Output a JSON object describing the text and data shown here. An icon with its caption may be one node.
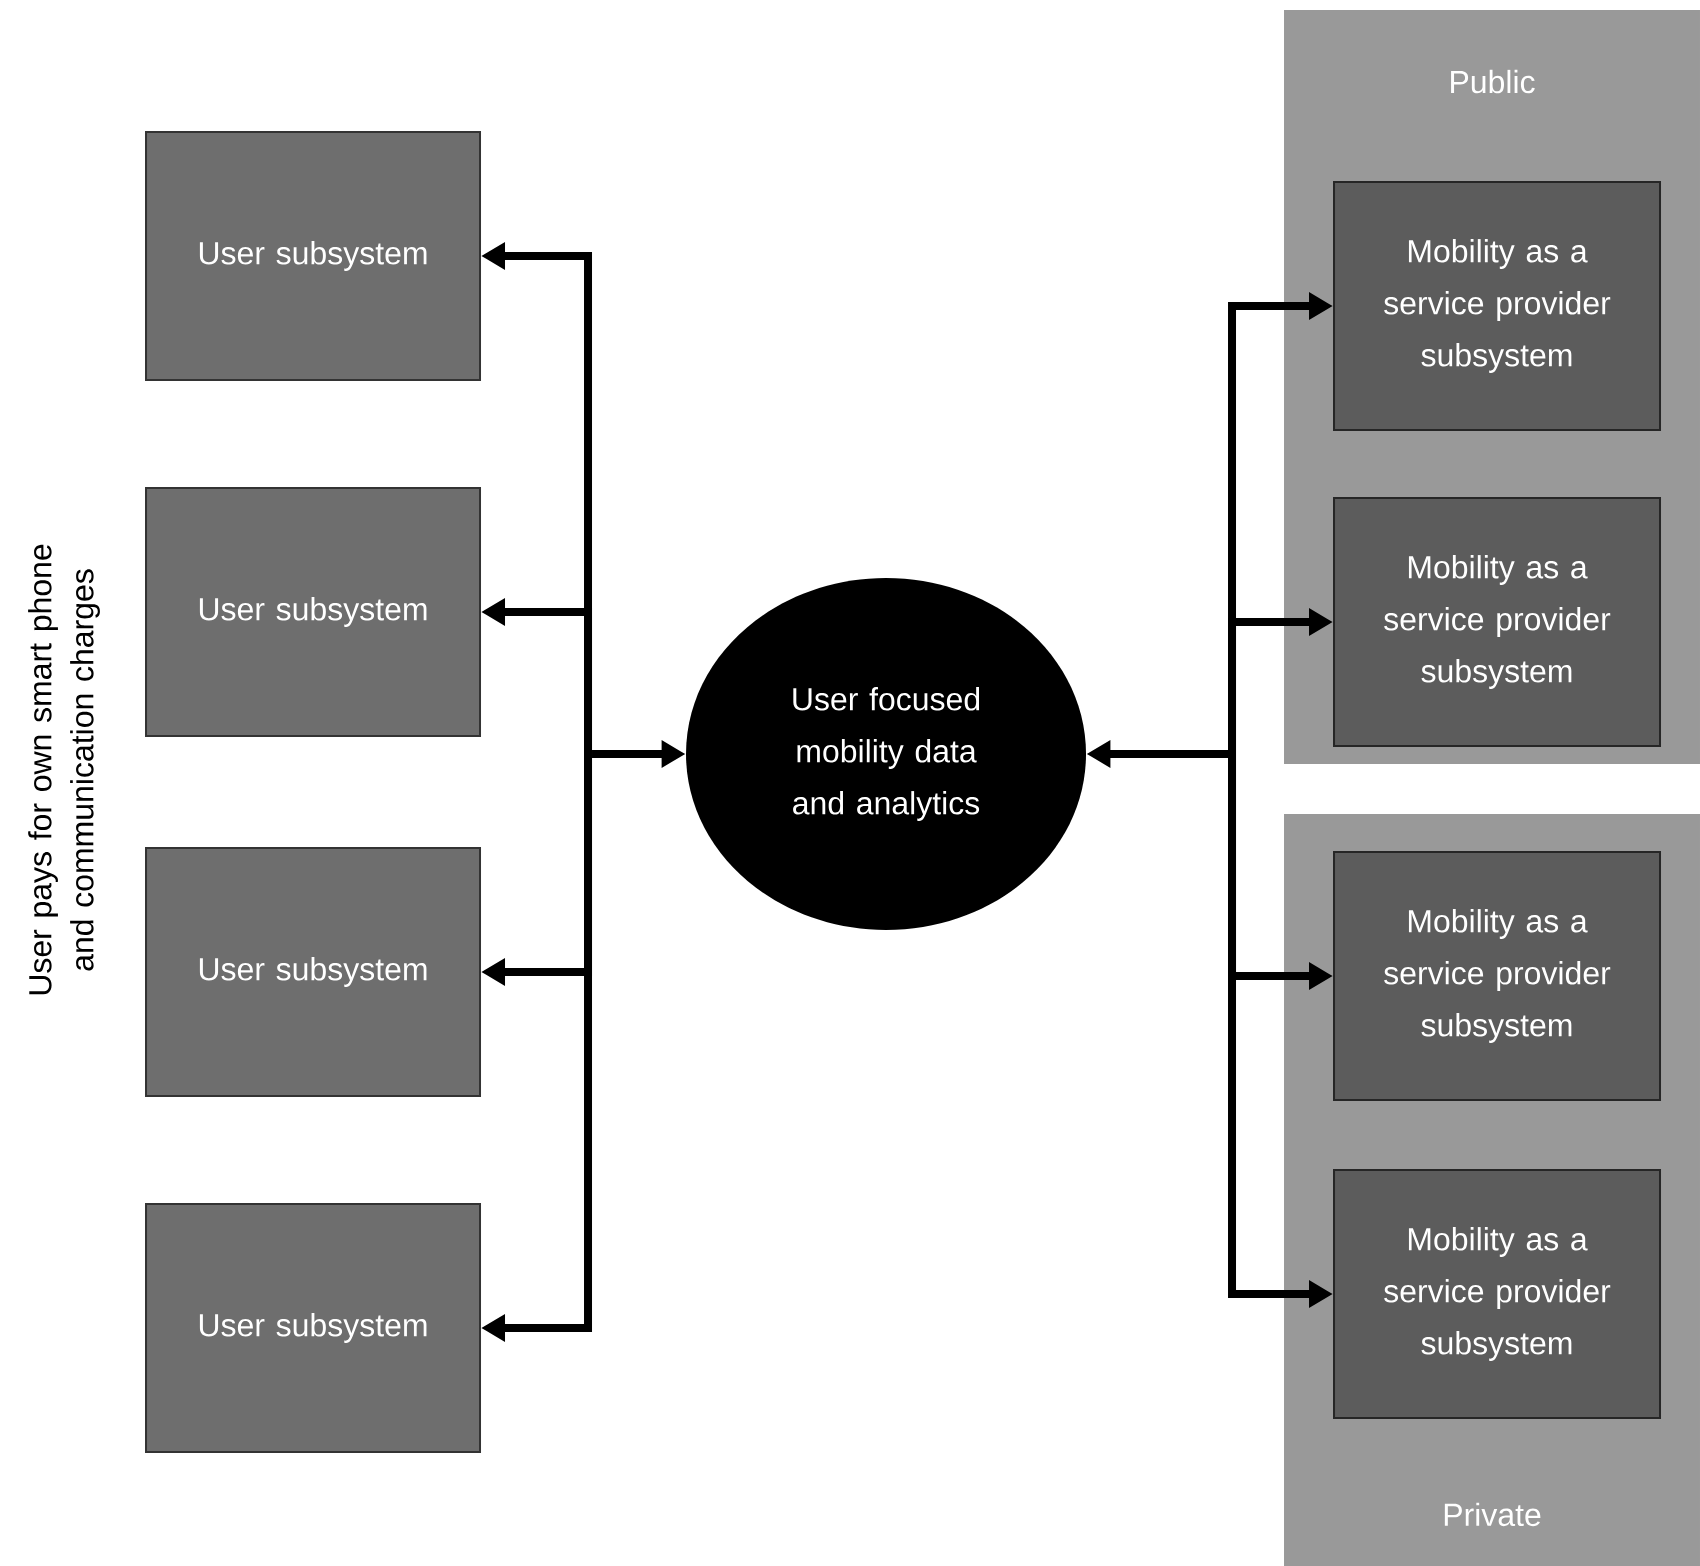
{
  "diagram": {
    "nodes": [
      {
        "text": [
          "User subsystem"
        ]
      },
      {
        "text": [
          "User subsystem"
        ]
      },
      {
        "text": [
          "User subsystem"
        ]
      },
      {
        "text": [
          "User subsystem"
        ]
      },
      {
        "text": [
          "User focused mobility data and analytics"
        ]
      },
      {
        "text": [
          "Public"
        ]
      },
      {
        "text": [
          "Mobility as a service provider subsystem"
        ],
        "in": 5
      },
      {
        "text": [
          "Mobility as a service provider subsystem"
        ],
        "in": 5
      },
      {
        "text": [
          "Private"
        ]
      },
      {
        "text": [
          "Mobility as a service provider subsystem"
        ],
        "in": 8
      },
      {
        "text": [
          "Mobility as a service provider subsystem"
        ],
        "in": 8
      }
    ],
    "edges": [
      {
        "from": 4,
        "to": 0,
        "arrow": "both"
      },
      {
        "from": 4,
        "to": 1,
        "arrow": "both"
      },
      {
        "from": 4,
        "to": 2,
        "arrow": "both"
      },
      {
        "from": 4,
        "to": 3,
        "arrow": "both"
      },
      {
        "from": 4,
        "to": 6,
        "arrow": "both"
      },
      {
        "from": 4,
        "to": 7,
        "arrow": "both"
      },
      {
        "from": 4,
        "to": 9,
        "arrow": "both"
      },
      {
        "from": 4,
        "to": 10,
        "arrow": "both"
      }
    ],
    "labels": [
      "User pays for own smart phone and communication charges"
    ]
  }
}
